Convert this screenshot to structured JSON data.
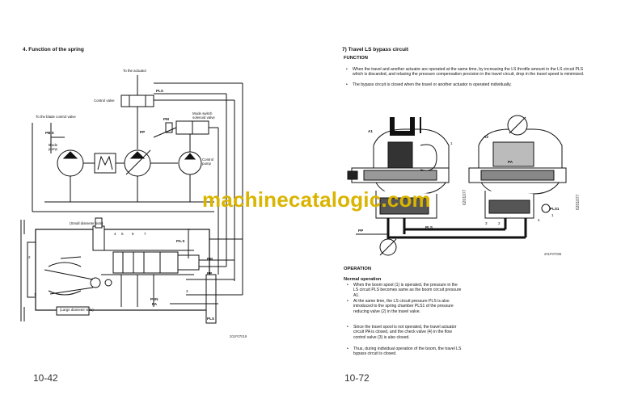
{
  "left": {
    "heading": "4. Function of the spring",
    "labels": {
      "to_actuator": "To the actuator",
      "pls_top": "PLS",
      "control_valve": "Control valve",
      "to_blade": "To the blade control valve",
      "mode_switch": "Mode switch",
      "solenoid_valve": "solenoid valve",
      "pm": "PM",
      "pp": "PP",
      "pb_s": "PB.S",
      "blade": "Blade",
      "pump": "pump",
      "control": "Control",
      "pump2": "pump",
      "small_dia": "(Small diameter side)",
      "large_dia": "(Large diameter side)",
      "n2": "2",
      "n1": "1",
      "n4": "4",
      "n5": "5",
      "n6": "6",
      "n7": "7",
      "n8": "8",
      "n3": "3",
      "pas": "PA.S",
      "pm2": "PM",
      "pp2": "PP",
      "pen": "PEN",
      "pa": "PA",
      "pls_bottom": "PLS"
    },
    "figure_id": "201F07019",
    "page_number": "10-42"
  },
  "right": {
    "heading": "7) Travel LS bypass circuit",
    "function_heading": "FUNCTION",
    "function_bullets": [
      "When the travel and another actuator are operated at the same time, by increasing the LS throttle amount in the LS circuit PLS which is discarded, and relaxing the pressure compensation precision in the travel circuit, drop in the travel speed is minimized.",
      "The bypass circuit is closed when the travel or another actuator is operated individually."
    ],
    "figure_labels": {
      "a1": "A1",
      "n1": "1",
      "a2": "A2",
      "pa": "PA",
      "pls": "PLS",
      "pp": "PP",
      "n3": "3",
      "n2": "2",
      "n4": "4",
      "pls1": "PLS1",
      "n1b": "1"
    },
    "figure_id": "201F07036",
    "side_code_1": "6201077",
    "side_code_2": "6201077",
    "operation_heading": "OPERATION",
    "normal_heading": "Normal operation",
    "operation_bullets": [
      "When the boom spool (1) is operated, the pressure in the LS circuit PLS becomes same as the boom circuit pressure A1.",
      "At the same time, the LS circuit pressure PLS is also introduced to the spring chamber PLS1 of the pressure reducing valve (2) in the travel valve.",
      "Since the travel spool is not operated, the travel actuator circuit PA is closed, and the check valve (4) in the flow control valve (3) is also closed.",
      "Thus, during individual operation of the boom, the travel LS bypass circuit is closed."
    ],
    "page_number": "10-72"
  },
  "watermark": "machinecatalogic.com"
}
